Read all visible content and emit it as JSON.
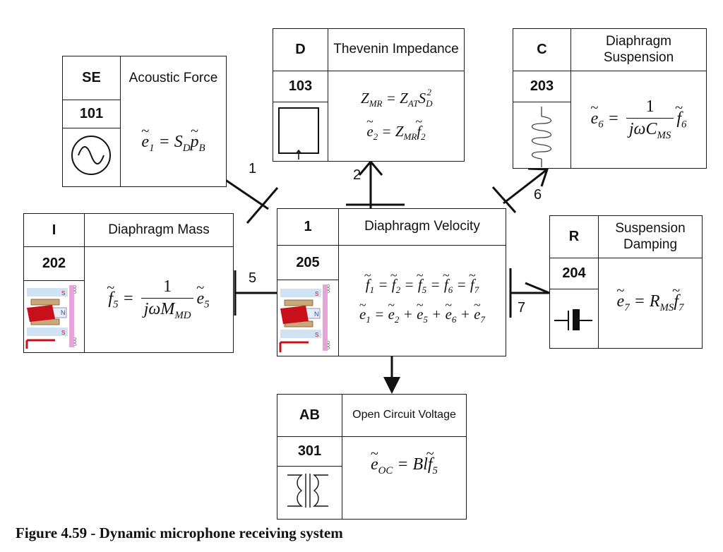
{
  "blocks": {
    "se": {
      "type": "SE",
      "title": "Acoustic Force",
      "number": "101"
    },
    "d": {
      "type": "D",
      "title": "Thevenin Impedance",
      "number": "103"
    },
    "c": {
      "type": "C",
      "title": "Diaphragm Suspension",
      "number": "203"
    },
    "i": {
      "type": "I",
      "title": "Diaphragm Mass",
      "number": "202"
    },
    "one": {
      "type": "1",
      "title": "Diaphragm Velocity",
      "number": "205"
    },
    "r": {
      "type": "R",
      "title": "Suspension Damping",
      "number": "204"
    },
    "ab": {
      "type": "AB",
      "title": "Open Circuit Voltage",
      "number": "301"
    }
  },
  "ports": {
    "p1": "1",
    "p2": "2",
    "p5": "5",
    "p6": "6",
    "p7": "7"
  },
  "magnet_labels": {
    "s": "S",
    "n": "N"
  },
  "caption": "Figure 4.59 - Dynamic microphone receiving system"
}
